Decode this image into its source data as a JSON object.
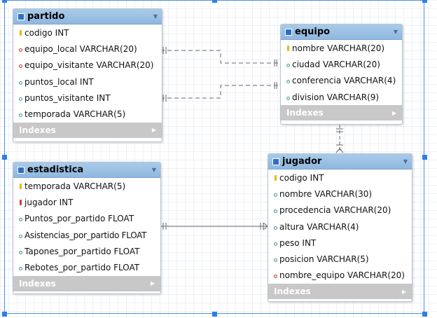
{
  "tables": {
    "partido": {
      "name": "partido",
      "columns": [
        {
          "label": "codigo INT",
          "icon": "key-icon"
        },
        {
          "label": "equipo_local VARCHAR(20)",
          "icon": "foreign-key-dot-icon"
        },
        {
          "label": "equipo_visitante VARCHAR(20)",
          "icon": "foreign-key-dot-icon"
        },
        {
          "label": "puntos_local INT",
          "icon": "column-dot-icon"
        },
        {
          "label": "puntos_visitante INT",
          "icon": "column-dot-icon"
        },
        {
          "label": "temporada VARCHAR(5)",
          "icon": "column-dot-icon"
        }
      ],
      "indexes": "Indexes"
    },
    "equipo": {
      "name": "equipo",
      "columns": [
        {
          "label": "nombre VARCHAR(20)",
          "icon": "key-icon"
        },
        {
          "label": "ciudad VARCHAR(20)",
          "icon": "column-dot-icon"
        },
        {
          "label": "conferencia VARCHAR(4)",
          "icon": "column-dot-icon"
        },
        {
          "label": "division VARCHAR(9)",
          "icon": "column-dot-icon"
        }
      ],
      "indexes": "Indexes"
    },
    "estadistica": {
      "name": "estadistica",
      "columns": [
        {
          "label": "temporada VARCHAR(5)",
          "icon": "key-icon"
        },
        {
          "label": "jugador INT",
          "icon": "foreign-key-icon"
        },
        {
          "label": "Puntos_por_partido FLOAT",
          "icon": "column-dot-icon"
        },
        {
          "label": "Asistencias_por_partido FLOAT",
          "icon": "column-dot-icon"
        },
        {
          "label": "Tapones_por_partido FLOAT",
          "icon": "column-dot-icon"
        },
        {
          "label": "Rebotes_por_partido FLOAT",
          "icon": "column-dot-icon"
        }
      ],
      "indexes": "Indexes"
    },
    "jugador": {
      "name": "jugador",
      "columns": [
        {
          "label": "codigo INT",
          "icon": "key-icon"
        },
        {
          "label": "nombre VARCHAR(30)",
          "icon": "column-dot-icon"
        },
        {
          "label": "procedencia VARCHAR(20)",
          "icon": "column-dot-icon"
        },
        {
          "label": "altura VARCHAR(4)",
          "icon": "column-dot-icon"
        },
        {
          "label": "peso INT",
          "icon": "column-dot-icon"
        },
        {
          "label": "posicion VARCHAR(5)",
          "icon": "column-dot-icon"
        },
        {
          "label": "nombre_equipo VARCHAR(20)",
          "icon": "foreign-key-dot-icon"
        }
      ],
      "indexes": "Indexes"
    }
  },
  "relationships": [
    {
      "from": "partido.equipo_local",
      "to": "equipo.nombre",
      "style": "dashed"
    },
    {
      "from": "partido.equipo_visitante",
      "to": "equipo.nombre",
      "style": "dashed"
    },
    {
      "from": "jugador.nombre_equipo",
      "to": "equipo.nombre",
      "style": "dashed"
    },
    {
      "from": "estadistica.jugador",
      "to": "jugador.codigo",
      "style": "solid"
    }
  ],
  "colors": {
    "header": "#9fc3e6",
    "indexes": "#c8c8c8",
    "selection": "#2f7ee6",
    "key": "#e6b800",
    "foreign_key": "#d04545"
  }
}
